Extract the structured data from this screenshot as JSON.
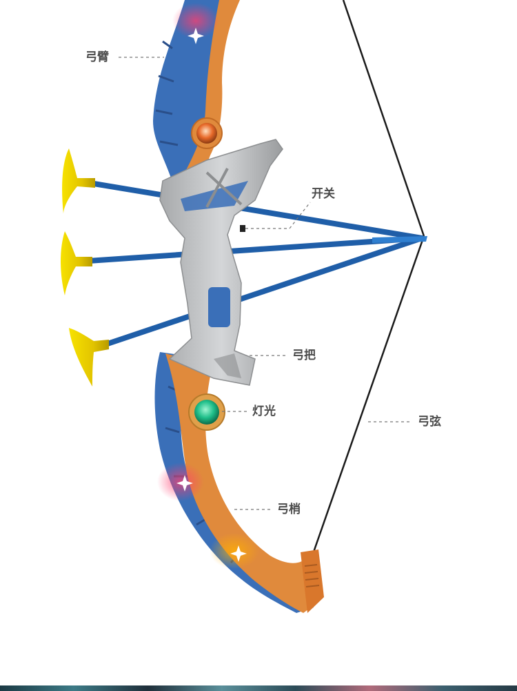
{
  "labels": {
    "arm": "弓臂",
    "switch": "开关",
    "grip": "弓把",
    "light": "灯光",
    "string": "弓弦",
    "tip": "弓梢"
  },
  "colors": {
    "limb_blue": "#3a6fb8",
    "limb_orange": "#e08a3c",
    "riser_gray": "#b9bbbd",
    "arrow_shaft": "#1f5ea8",
    "suction_cup": "#f2d500",
    "string": "#1a1a1a",
    "light_green": "#1fbf8a",
    "label_text": "#4a4a4a"
  }
}
